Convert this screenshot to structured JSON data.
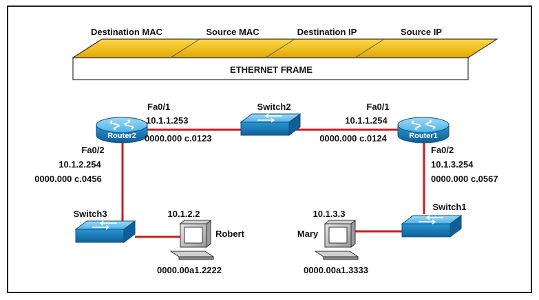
{
  "frame": {
    "fields": [
      "Destination MAC",
      "Source MAC",
      "Destination IP",
      "Source IP"
    ],
    "title": "ETHERNET FRAME"
  },
  "routers": {
    "router2": {
      "name": "Router2",
      "fa01": {
        "iface": "Fa0/1",
        "ip": "10.1.1.253",
        "mac": "0000.000 c.0123"
      },
      "fa02": {
        "iface": "Fa0/2",
        "ip": "10.1.2.254",
        "mac": "0000.000 c.0456"
      }
    },
    "router1": {
      "name": "Router1",
      "fa01": {
        "iface": "Fa0/1",
        "ip": "10.1.1.254",
        "mac": "0000.000 c.0124"
      },
      "fa02": {
        "iface": "Fa0/2",
        "ip": "10.1.3.254",
        "mac": "0000.000 c.0567"
      }
    }
  },
  "switches": {
    "switch1": {
      "name": "Switch1"
    },
    "switch2": {
      "name": "Switch2"
    },
    "switch3": {
      "name": "Switch3"
    }
  },
  "hosts": {
    "robert": {
      "name": "Robert",
      "ip": "10.1.2.2",
      "mac": "0000.00a1.2222"
    },
    "mary": {
      "name": "Mary",
      "ip": "10.1.3.3",
      "mac": "0000.00a1.3333"
    }
  },
  "colors": {
    "frame_fill": "#f2c100",
    "device_blue": "#1f8fcf",
    "link": "#d11a1a",
    "border": "#222222"
  },
  "icons": {
    "router": "router-icon",
    "switch": "switch-icon",
    "host": "computer-icon"
  }
}
